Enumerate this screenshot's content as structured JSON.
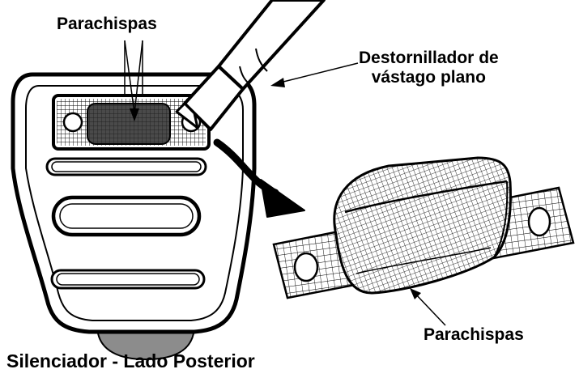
{
  "labels": {
    "spark_screen_top": "Parachispas",
    "screwdriver_line1": "Destornillador de",
    "screwdriver_line2": "vástago plano",
    "spark_screen_bottom": "Parachispas",
    "caption": "Silenciador - Lado Posterior"
  },
  "colors": {
    "ink": "#000000",
    "paper": "#ffffff",
    "screen_fill": "#4a4a4a",
    "pipe_fill": "#8c8c8c"
  }
}
